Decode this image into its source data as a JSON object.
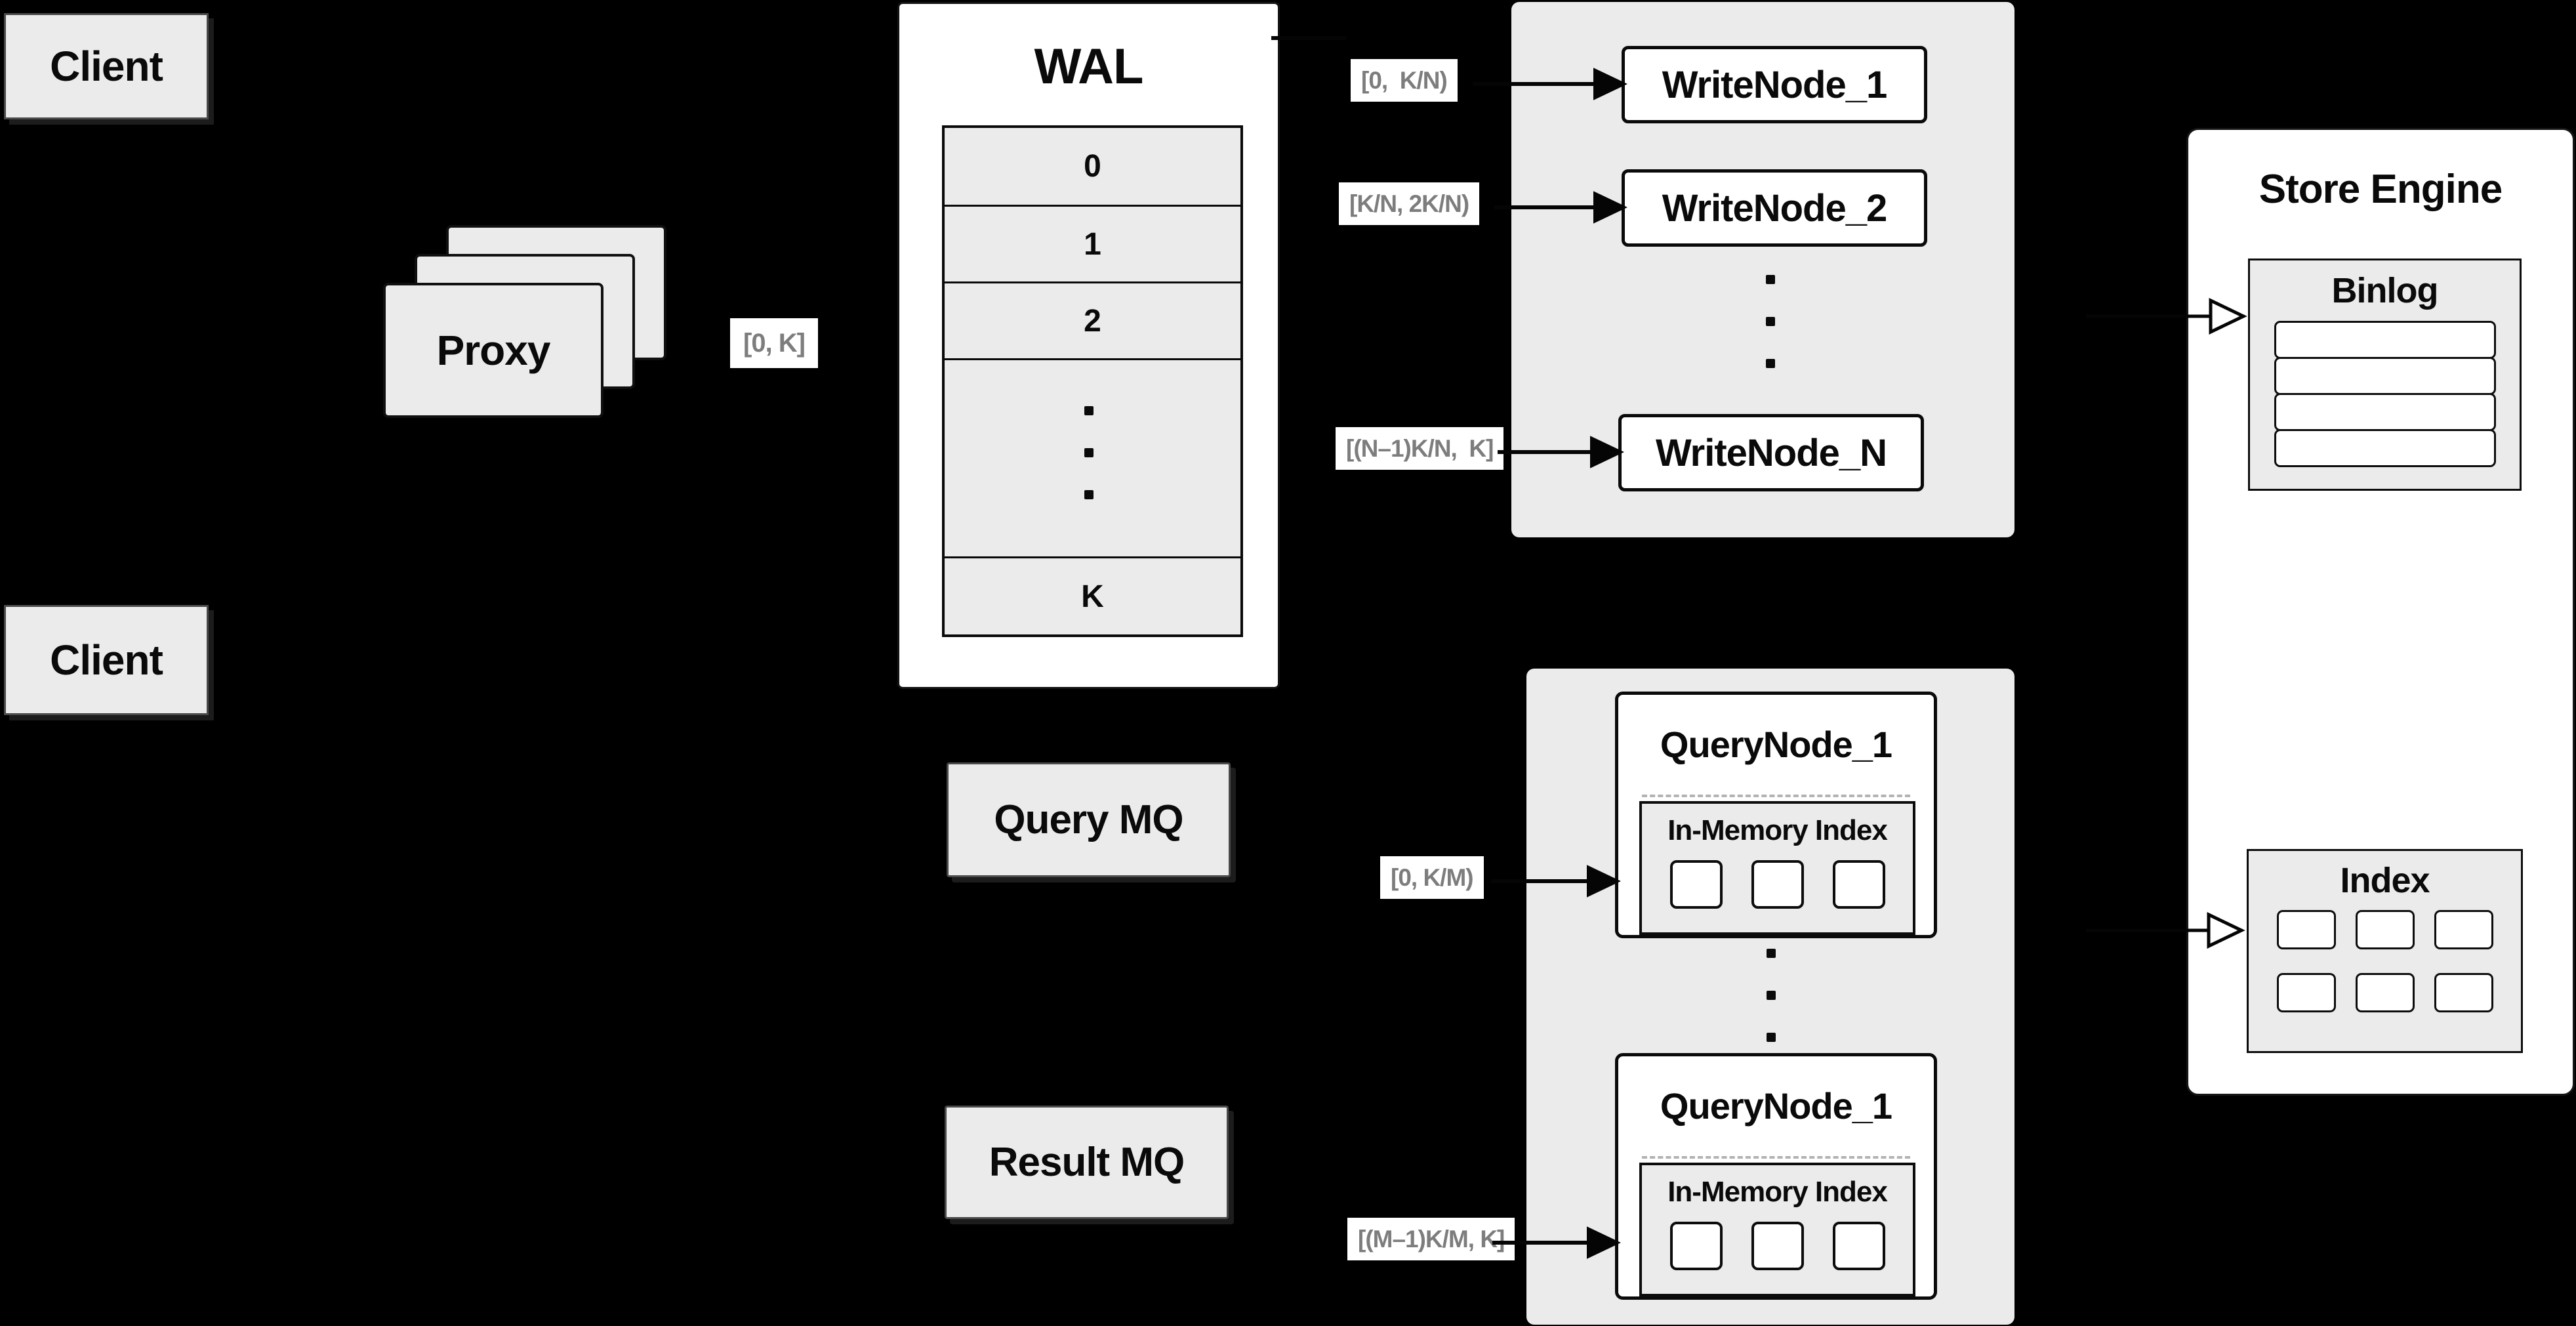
{
  "clients": {
    "top_label": "Client",
    "bottom_label": "Client"
  },
  "proxy": {
    "label": "Proxy"
  },
  "wal": {
    "title": "WAL",
    "rows": [
      "0",
      "1",
      "2"
    ],
    "last_row": "K"
  },
  "write_nodes": {
    "node_1": "WriteNode_1",
    "node_2": "WriteNode_2",
    "node_n": "WriteNode_N"
  },
  "query_nodes": {
    "node_top_title": "QueryNode_1",
    "node_bottom_title": "QueryNode_1",
    "in_memory_label": "In-Memory Index"
  },
  "store_engine": {
    "title": "Store Engine",
    "binlog_title": "Binlog",
    "index_title": "Index"
  },
  "message_queues": {
    "query": "Query MQ",
    "result": "Result MQ"
  },
  "range_labels": {
    "client_to_wal": "[0, K]",
    "wal_to_write_node_1": "[0,  K/N)",
    "wal_to_write_node_2": "[K/N, 2K/N)",
    "wal_to_write_node_n": "[(N–1)K/N,  K]",
    "query_mq_to_node_1": "[0, K/M)",
    "result_to_node_m": "[(M–1)K/M, K]"
  },
  "colors": {
    "background": "#000000",
    "panel_gray": "#ebebeb",
    "node_white": "#ffffff",
    "line_black": "#0a0a0a",
    "label_text_gray": "#7d7d7d",
    "divider_dash_gray": "#b3b3b3"
  }
}
